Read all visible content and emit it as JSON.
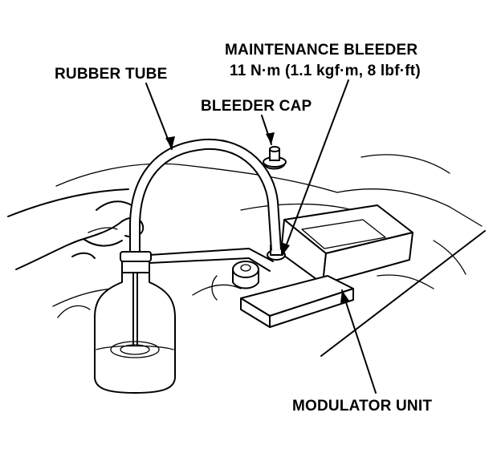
{
  "labels": {
    "maintenance_bleeder": "MAINTENANCE BLEEDER",
    "torque_spec": "11 N·m (1.1 kgf·m, 8 lbf·ft)",
    "rubber_tube": "RUBBER TUBE",
    "bleeder_cap": "BLEEDER CAP",
    "modulator_unit": "MODULATOR UNIT"
  },
  "colors": {
    "ink": "#000000",
    "paper": "#ffffff"
  }
}
